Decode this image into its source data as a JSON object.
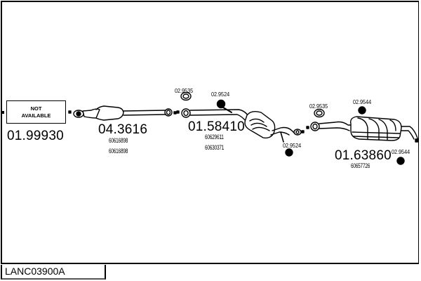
{
  "diagram": {
    "title": "LANC03900A",
    "not_available": {
      "line1": "NOT",
      "line2": "AVAILABLE",
      "code": "01.99930"
    },
    "parts": [
      {
        "code": "04.3616",
        "refs": [
          "60616898",
          "60616898"
        ]
      },
      {
        "code": "01.58410",
        "refs": [
          "60629611",
          "60630371"
        ],
        "accessories": [
          "02.9535",
          "02.9524",
          "02.9524"
        ]
      },
      {
        "code": "01.63860",
        "refs": [
          "60657726"
        ],
        "accessories": [
          "02.9535",
          "02.9544",
          "02.9544"
        ]
      }
    ],
    "line_color": "#000000",
    "background": "#ffffff"
  }
}
